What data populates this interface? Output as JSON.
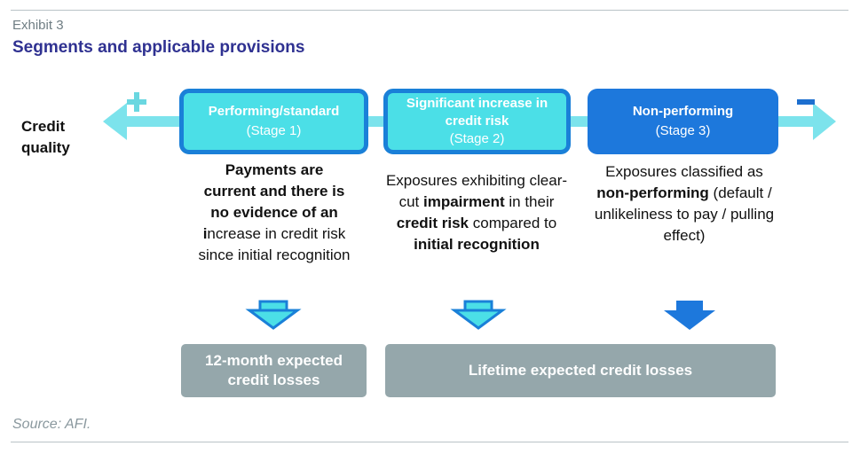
{
  "exhibit": "Exhibit 3",
  "title": "Segments and applicable provisions",
  "axis": {
    "label_line1": "Credit",
    "label_line2": "quality",
    "plus_sign": "+",
    "minus_sign": "−"
  },
  "stages": [
    {
      "name": "Performing/standard",
      "stage": "(Stage 1)"
    },
    {
      "name_line1": "Significant increase in",
      "name_line2": "credit risk",
      "stage": "(Stage 2)"
    },
    {
      "name": "Non-performing",
      "stage": "(Stage 3)"
    }
  ],
  "descriptions": {
    "d1": {
      "l1": "Payments are",
      "l2": "current and there is",
      "l3": "no evidence of an",
      "l4a": "i",
      "l4b": "ncrease in credit risk",
      "l5": "since initial recognition"
    },
    "d2": {
      "a": "Exposures exhibiting clear-cut ",
      "b": "impairment",
      "c": " in their ",
      "d": "credit risk",
      "e": " compared to ",
      "f": "initial recognition"
    },
    "d3": {
      "a": "Exposures classified as ",
      "b": "non-performing",
      "c": " (default / unlikeliness to pay / pulling effect)"
    }
  },
  "outcomes": [
    {
      "line1": "12-month expected",
      "line2": "credit losses"
    },
    {
      "line1": "Lifetime expected credit losses"
    }
  ],
  "source": "Source: AFI.",
  "colors": {
    "light_cyan": "#4bdfe7",
    "blue": "#1d78dc",
    "border_blue": "#1a80d8",
    "grey": "#95a7ab",
    "title": "#2f3191"
  }
}
